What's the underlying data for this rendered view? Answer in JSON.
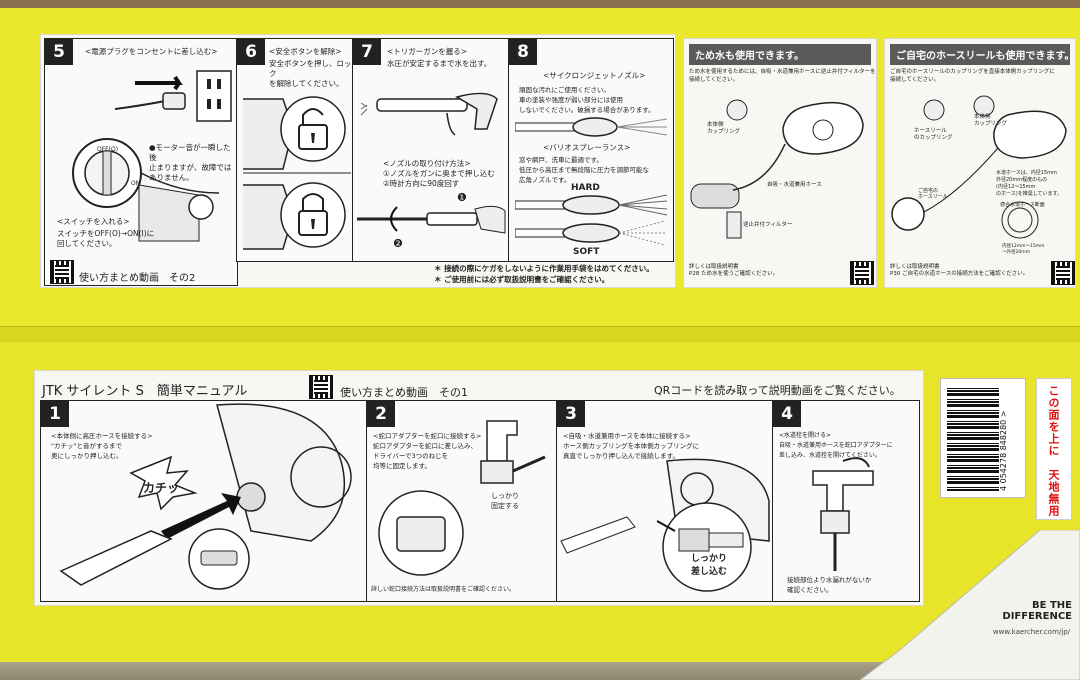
{
  "top_sheet": {
    "steps": [
      {
        "num": "5",
        "title": "<電源プラグをコンセントに差し込む>",
        "note_motor": "●モーター音が一瞬した後\n止まりますが、故障では\nありません。",
        "switch_title": "<スイッチを入れる>",
        "switch_text": "スイッチをOFF(O)→ON(I)に\n回してください。",
        "off_label": "OFF(O)",
        "on_label": "ON"
      },
      {
        "num": "6",
        "title": "<安全ボタンを解除>",
        "text": "安全ボタンを押し、ロック\nを解除してください。"
      },
      {
        "num": "7",
        "title": "<トリガーガンを握る>",
        "text": "水圧が安定するまで水を出す。",
        "nozzle_title": "<ノズルの取り付け方法>",
        "nozzle_text": "①ノズルをガンに奥まで押し込む\n②時計方向に90度回す",
        "c1": "❶",
        "c2": "❷"
      },
      {
        "num": "8",
        "cyclone_title": "<サイクロンジェットノズル>",
        "cyclone_text": "頑固な汚れにご使用ください。\n車の塗装や強度が弱い部分には使用\nしないでください。破損する場合があります。",
        "vario_title": "<バリオスプレーランス>",
        "vario_text": "窓や網戸、洗車に最適です。\n低圧から高圧まで無段階に圧力を調節可能な\n広角ノズルです。",
        "hard": "HARD",
        "soft": "SOFT"
      }
    ],
    "video_label": "使い方まとめ動画　その2",
    "warning1": "＊ 接続の際にケガをしないように作業用手袋をはめてください。",
    "warning2": "＊ ご使用前には必ず取扱説明書をご確認ください。"
  },
  "side_panel_a": {
    "header": "ため水も使用できます。",
    "intro": "ため水を使用するためには、自吸・水道兼用ホースに逆止弁付フィルターを\n接続してください。",
    "coupling": "本体側\nカップリング",
    "hose": "自吸・水道兼用ホース",
    "filter": "逆止弁付フィルター",
    "footer": "詳しくは取扱説明書\nP28 ため水を使うご確認ください。"
  },
  "side_panel_b": {
    "header": "ご自宅のホースリールも使用できます。",
    "intro": "ご自宅のホースリールのカップリングを直接本体側カップリングに\n接続してください。",
    "reel_coupling": "ホースリール\nのカップリング",
    "body_coupling": "本体側\nカップリング",
    "reel": "ご自宅の\nホースリール",
    "spec": "水道ホースは、内径15mm\n外径20mm程度のもの\n(内径12～15mm\nのホース)を推奨しています。",
    "section": "適合水道ホース断面",
    "dims": "内径12mm～15mm\n～外径20mm",
    "footer": "詳しくは取扱説明書\nP30 ご自宅の水道ホースの接続方法をご確認ください。"
  },
  "bottom_sheet": {
    "title": "JTK サイレント S　簡単マニュアル",
    "video_label": "使い方まとめ動画　その1",
    "qr_text": "QRコードを読み取って説明動画をご覧ください。",
    "steps": [
      {
        "num": "1",
        "text": "<本体側に高圧ホースを接続する>\n\"カチッ\"と音がするまで\n奥にしっかり押し込む。",
        "click": "カチッ"
      },
      {
        "num": "2",
        "text": "<蛇口アダプターを蛇口に接続する>\n蛇口アダプターを蛇口に差し込み、\nドライバーで3つのねじを\n均等に固定します。",
        "tight": "しっかり\n固定する",
        "footer": "詳しい蛇口接続方法は取扱説明書をご確認ください。"
      },
      {
        "num": "3",
        "text": "<自吸・水道兼用ホースを本体に接続する>\nホース側カップリングを本体側カップリングに\n真直でしっかり押し込んで接続します。",
        "push": "しっかり\n差し込む"
      },
      {
        "num": "4",
        "text": "<水道栓を開ける>\n自吸・水道兼用ホースを蛇口アダプターに\n差し込み、水道栓を開けてください。",
        "footer": "接続部位より水漏れがないか\n確認ください。"
      }
    ]
  },
  "barcode_digits": "4 054278 848280 >",
  "vertical_label": "この面を上に　天地無用",
  "slogan": "BE THE\nDIFFERENCE",
  "url": "www.kaercher.com/jp/",
  "colors": {
    "box_yellow": "#e8e52a",
    "sheet": "#f7f7f3",
    "ink": "#222222",
    "header_gray": "#5a5a5a",
    "red_label": "#dd1111"
  }
}
